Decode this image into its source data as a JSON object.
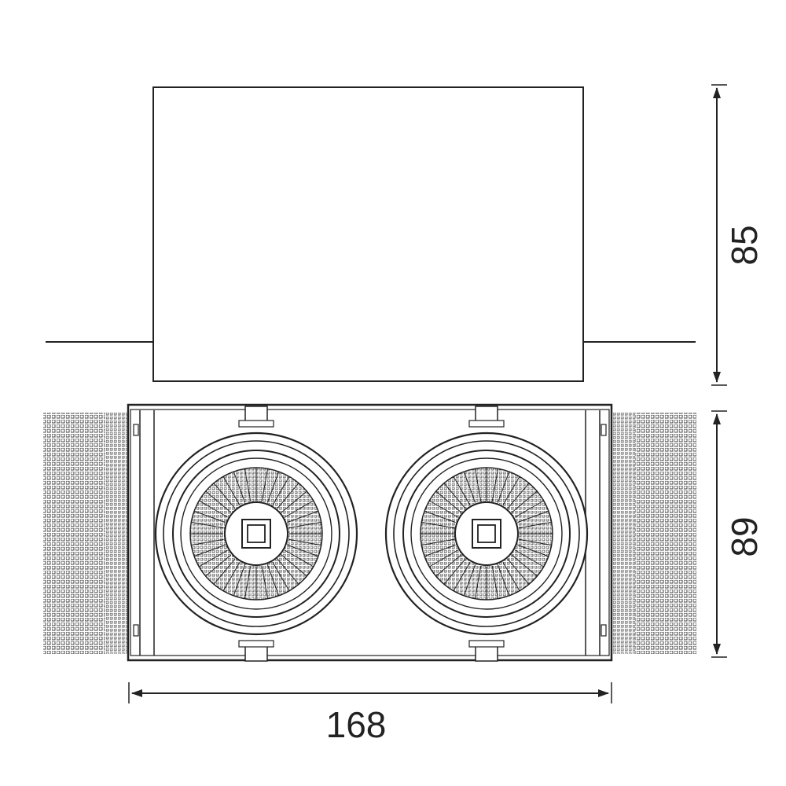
{
  "dimensions": {
    "height_side": "85",
    "height_front": "89",
    "width": "168"
  },
  "colors": {
    "line": "#222222",
    "background": "#ffffff"
  },
  "lamps": [
    {
      "name": "left-lamp"
    },
    {
      "name": "right-lamp"
    }
  ]
}
